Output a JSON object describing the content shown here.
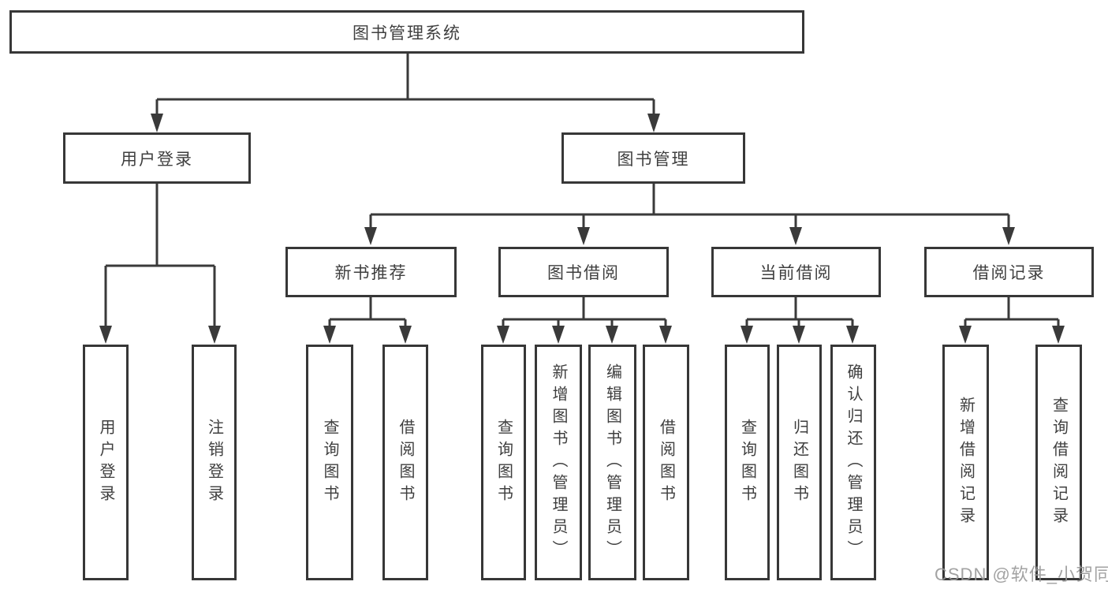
{
  "diagram": {
    "root": "图书管理系统",
    "level2": {
      "user_login": "用户登录",
      "book_mgmt": "图书管理"
    },
    "level3": {
      "new_books": "新书推荐",
      "book_borrow": "图书借阅",
      "current_borrow": "当前借阅",
      "borrow_records": "借阅记录"
    },
    "leaves": {
      "user_login": [
        "用户登录",
        "注销登录"
      ],
      "new_books": [
        "查询图书",
        "借阅图书"
      ],
      "book_borrow": [
        "查询图书",
        "新增图书（管理员）",
        "编辑图书（管理员）",
        "借阅图书"
      ],
      "current_borrow": [
        "查询图书",
        "归还图书",
        "确认归还（管理员）"
      ],
      "borrow_records": [
        "新增借阅记录",
        "查询借阅记录"
      ]
    },
    "watermark": "CSDN @软件_小贺同学",
    "colors": {
      "line": "#3a3a3a",
      "text": "#3f3f3f",
      "watermark": "#989898",
      "background": "#ffffff"
    }
  }
}
